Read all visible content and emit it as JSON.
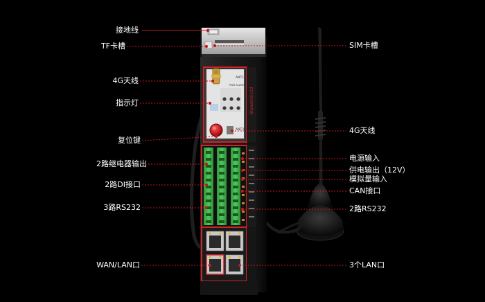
{
  "left_labels": [
    {
      "text": "接地线"
    },
    {
      "text": "TF卡槽"
    },
    {
      "text": "4G天线"
    },
    {
      "text": "指示灯"
    },
    {
      "text": "复位键"
    },
    {
      "text": "2路继电器输出"
    },
    {
      "text": "2路DI接口"
    },
    {
      "text": "3路RS232"
    },
    {
      "text": "WAN/LAN口"
    }
  ],
  "right_labels": [
    {
      "text": "SIM卡槽"
    },
    {
      "text": "4G天线"
    },
    {
      "text": "电源输入"
    },
    {
      "text": "供电输出（12V）"
    },
    {
      "text": "模拟量输入"
    },
    {
      "text": "CAN接口"
    },
    {
      "text": "2路RS232"
    },
    {
      "text": "3个LAN口"
    }
  ],
  "device": {
    "brand_text": "Bluewind-Ltd",
    "ant1_label": "ANT1",
    "ant2_label": "ANT2",
    "indicator_labels": "PWR   ALARM"
  },
  "colors": {
    "background": "#000000",
    "leader_line": "#c4161c",
    "device_body": "#1a1a1a",
    "device_dark": "#0d0d0d",
    "device_top": "#d0d0d0",
    "accent_red": "#d32226",
    "terminal_green": "#3db44a",
    "label_text": "#ffffff"
  },
  "icons": [
    "ground-wire-icon",
    "antenna-icon",
    "reset-button-icon",
    "ethernet-port-icon",
    "terminal-block-icon"
  ]
}
